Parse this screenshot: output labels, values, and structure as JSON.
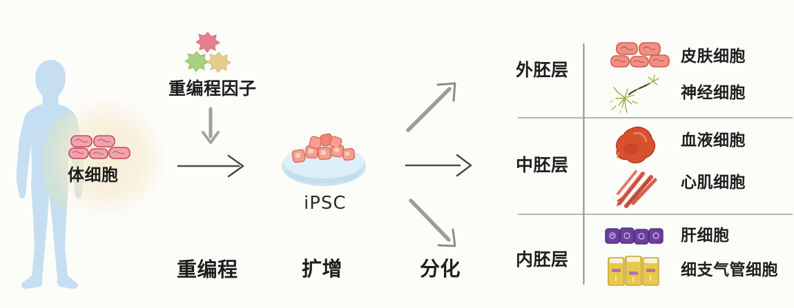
{
  "source": {
    "label": "体细胞"
  },
  "factors": {
    "label": "重编程因子"
  },
  "ipsc": {
    "label": "iPSC"
  },
  "steps": [
    {
      "label": "重编程"
    },
    {
      "label": "扩增"
    },
    {
      "label": "分化"
    }
  ],
  "germ_layers": [
    {
      "name": "外胚层",
      "cell_types": [
        {
          "label": "皮肤细胞",
          "icon": "skin-cells-icon"
        },
        {
          "label": "神经细胞",
          "icon": "neuron-icon"
        }
      ]
    },
    {
      "name": "中胚层",
      "cell_types": [
        {
          "label": "血液细胞",
          "icon": "blood-drop-icon"
        },
        {
          "label": "心肌细胞",
          "icon": "muscle-fibers-icon"
        }
      ]
    },
    {
      "name": "内胚层",
      "cell_types": [
        {
          "label": "肝细胞",
          "icon": "liver-cells-icon"
        },
        {
          "label": "细支气管细胞",
          "icon": "bronchiole-cells-icon"
        }
      ]
    }
  ],
  "colors": {
    "background": "#fcfcf9",
    "body_blue": "#c5def1",
    "glow_cream": "#f6ecd2",
    "somatic_cell_pink": "#f0a3ad",
    "factor_pink": "#e4808a",
    "factor_green": "#a9cf80",
    "factor_yellow": "#e5cd8c",
    "dish_blue": "#cde4f1",
    "ipsc_cell_salmon": "#f4a090",
    "skin_salmon": "#ee9183",
    "neuron_olive": "#a2a83e",
    "blood_red": "#d8512e",
    "muscle_red": "#d4604f",
    "liver_purple": "#6a3f9f",
    "bronchiole_yellow": "#e9c84c",
    "arrow_gray": "#999999",
    "text": "#1e1e1e"
  }
}
